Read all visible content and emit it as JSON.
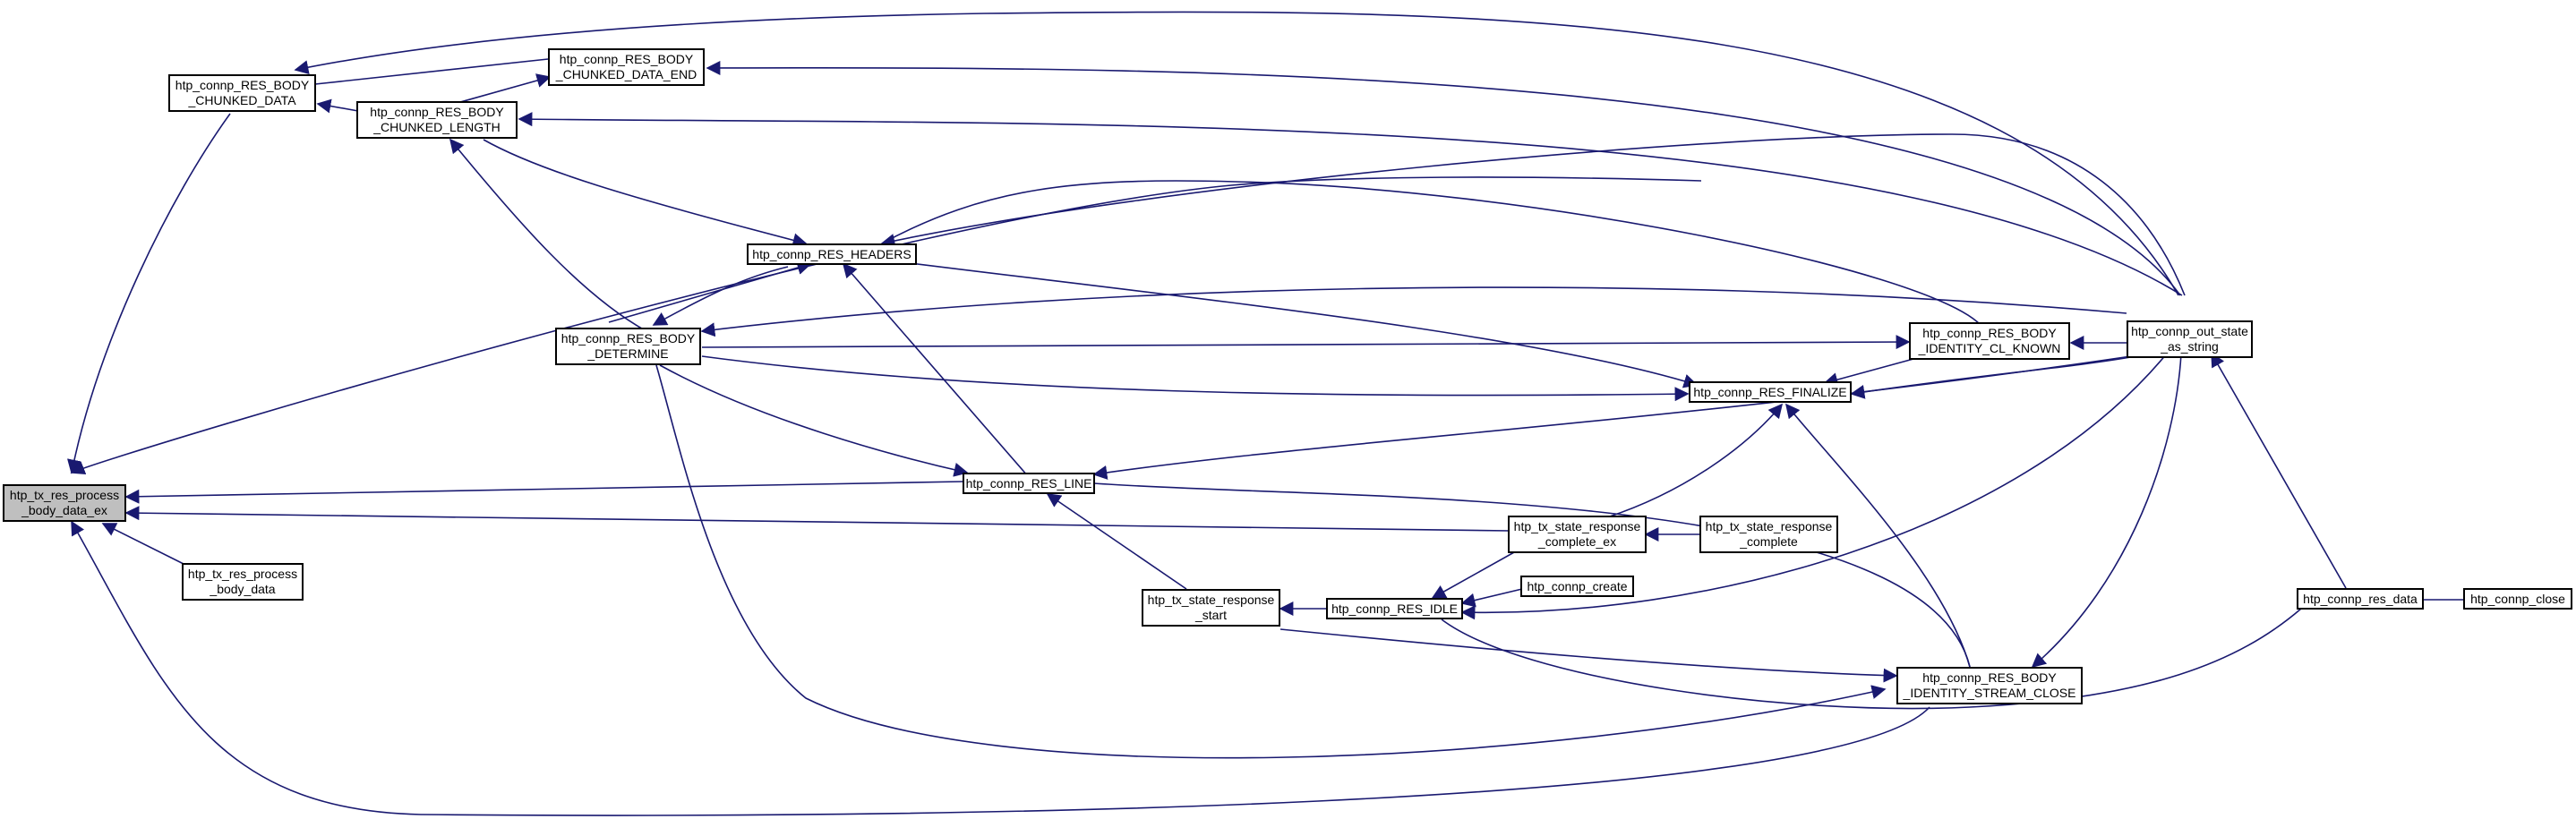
{
  "colors": {
    "edge": "#191970",
    "node_border": "#000000",
    "focus_fill": "#bfbfbf",
    "background": "#ffffff"
  },
  "nodes": {
    "tx_process_ex": {
      "lines": [
        "htp_tx_res_process",
        "_body_data_ex"
      ]
    },
    "chunked_data": {
      "lines": [
        "htp_connp_RES_BODY",
        "_CHUNKED_DATA"
      ]
    },
    "chunked_data_end": {
      "lines": [
        "htp_connp_RES_BODY",
        "_CHUNKED_DATA_END"
      ]
    },
    "chunked_length": {
      "lines": [
        "htp_connp_RES_BODY",
        "_CHUNKED_LENGTH"
      ]
    },
    "res_headers": {
      "lines": [
        "htp_connp_RES_HEADERS"
      ]
    },
    "body_determine": {
      "lines": [
        "htp_connp_RES_BODY",
        "_DETERMINE"
      ]
    },
    "cl_known": {
      "lines": [
        "htp_connp_RES_BODY",
        "_IDENTITY_CL_KNOWN"
      ]
    },
    "out_state": {
      "lines": [
        "htp_connp_out_state",
        "_as_string"
      ]
    },
    "res_finalize": {
      "lines": [
        "htp_connp_RES_FINALIZE"
      ]
    },
    "res_line": {
      "lines": [
        "htp_connp_RES_LINE"
      ]
    },
    "tx_process": {
      "lines": [
        "htp_tx_res_process",
        "_body_data"
      ]
    },
    "complete_ex": {
      "lines": [
        "htp_tx_state_response",
        "_complete_ex"
      ]
    },
    "complete": {
      "lines": [
        "htp_tx_state_response",
        "_complete"
      ]
    },
    "connp_create": {
      "lines": [
        "htp_connp_create"
      ]
    },
    "response_start": {
      "lines": [
        "htp_tx_state_response",
        "_start"
      ]
    },
    "res_idle": {
      "lines": [
        "htp_connp_RES_IDLE"
      ]
    },
    "stream_close": {
      "lines": [
        "htp_connp_RES_BODY",
        "_IDENTITY_STREAM_CLOSE"
      ]
    },
    "res_data": {
      "lines": [
        "htp_connp_res_data"
      ]
    },
    "connp_close": {
      "lines": [
        "htp_connp_close"
      ]
    }
  }
}
